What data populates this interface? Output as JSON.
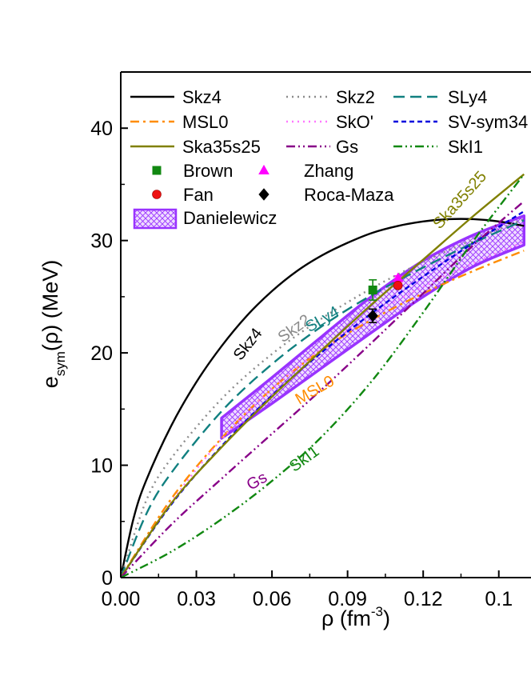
{
  "chart_data": {
    "type": "line",
    "title": "",
    "xlabel": {
      "base": "ρ (fm",
      "sup": "-3",
      "tail": ")"
    },
    "ylabel": {
      "base": "e",
      "sub": "sym",
      "tail": "(ρ) (MeV)"
    },
    "xlim": [
      0,
      0.165
    ],
    "ylim": [
      0,
      45
    ],
    "x_ticks": [
      0,
      0.03,
      0.06,
      0.09,
      0.12,
      0.15
    ],
    "x_tick_labels": [
      "0.00",
      "0.03",
      "0.06",
      "0.09",
      "0.12",
      "0.1"
    ],
    "y_ticks": [
      0,
      10,
      20,
      30,
      40
    ],
    "y_tick_labels": [
      "0",
      "10",
      "20",
      "30",
      "40"
    ],
    "legend_position": "top-left",
    "series": [
      {
        "name": "Skz4",
        "color": "#000000",
        "dash": "solid",
        "x": [
          0,
          0.005,
          0.01,
          0.02,
          0.03,
          0.04,
          0.05,
          0.06,
          0.07,
          0.08,
          0.09,
          0.1,
          0.11,
          0.12,
          0.13,
          0.14,
          0.15,
          0.16
        ],
        "y": [
          0,
          5.2,
          8.6,
          13.5,
          17.4,
          20.6,
          23.3,
          25.5,
          27.3,
          28.7,
          29.8,
          30.7,
          31.3,
          31.7,
          31.9,
          31.9,
          31.7,
          31.3
        ],
        "label": "Skz4",
        "label_at": [
          0.052,
          20.5
        ],
        "label_rot": -52
      },
      {
        "name": "Skz2",
        "color": "#8c8c8c",
        "dash": "dot",
        "x": [
          0,
          0.01,
          0.02,
          0.04,
          0.06,
          0.08,
          0.1,
          0.12,
          0.14,
          0.16
        ],
        "y": [
          0,
          6.8,
          10.6,
          15.9,
          19.9,
          23.1,
          25.8,
          28.1,
          30.1,
          31.9
        ],
        "label": "Skz2",
        "label_at": [
          0.07,
          21.8
        ],
        "label_rot": -36
      },
      {
        "name": "SLy4",
        "color": "#118080",
        "dash": "dash",
        "x": [
          0,
          0.01,
          0.02,
          0.04,
          0.06,
          0.08,
          0.1,
          0.12,
          0.14,
          0.16
        ],
        "y": [
          0,
          5.6,
          9.3,
          14.8,
          19.0,
          22.4,
          25.2,
          27.6,
          29.8,
          31.8
        ],
        "label": "SLy4",
        "label_at": [
          0.081,
          22.6
        ],
        "label_rot": -30
      },
      {
        "name": "MSL0",
        "color": "#ff8c00",
        "dash": "dashdot",
        "x": [
          0,
          0.02,
          0.04,
          0.06,
          0.08,
          0.1,
          0.12,
          0.14,
          0.16
        ],
        "y": [
          0,
          7.0,
          12.4,
          16.8,
          20.3,
          23.0,
          25.3,
          27.3,
          29.1
        ],
        "label": "MSL0",
        "label_at": [
          0.078,
          16.3
        ],
        "label_rot": -30
      },
      {
        "name": "SkO'",
        "color": "#ff77ff",
        "dash": "dot",
        "x": [
          0,
          0.02,
          0.04,
          0.06,
          0.08,
          0.1,
          0.12,
          0.14,
          0.16
        ],
        "y": [
          0,
          6.7,
          12.3,
          16.8,
          20.4,
          23.4,
          25.9,
          28.0,
          29.9
        ],
        "label": "",
        "label_at": null,
        "label_rot": 0
      },
      {
        "name": "SV-sym34",
        "color": "#0000dd",
        "dash": "shortdash",
        "x": [
          0,
          0.02,
          0.04,
          0.06,
          0.08,
          0.1,
          0.12,
          0.14,
          0.16
        ],
        "y": [
          0,
          6.5,
          11.7,
          16.2,
          20.1,
          23.6,
          26.8,
          29.8,
          32.6
        ],
        "label": "",
        "label_at": null,
        "label_rot": 0
      },
      {
        "name": "Ska35s25",
        "color": "#808000",
        "dash": "solid",
        "x": [
          0,
          0.02,
          0.04,
          0.06,
          0.08,
          0.1,
          0.12,
          0.14,
          0.16
        ],
        "y": [
          0,
          6.6,
          11.6,
          16.1,
          20.3,
          24.4,
          28.3,
          32.2,
          35.9
        ],
        "label": "Ska35s25",
        "label_at": [
          0.136,
          33.3
        ],
        "label_rot": -48
      },
      {
        "name": "Gs",
        "color": "#880088",
        "dash": "dashdotdot",
        "x": [
          0,
          0.02,
          0.04,
          0.06,
          0.08,
          0.1,
          0.12,
          0.14,
          0.16
        ],
        "y": [
          0,
          4.7,
          8.8,
          12.8,
          16.8,
          21.0,
          25.3,
          29.6,
          33.5
        ],
        "label": "Gs",
        "label_at": [
          0.055,
          8.2
        ],
        "label_rot": -30
      },
      {
        "name": "SkI1",
        "color": "#118811",
        "dash": "dashdotdot",
        "x": [
          0,
          0.02,
          0.04,
          0.06,
          0.08,
          0.1,
          0.12,
          0.14,
          0.16
        ],
        "y": [
          0,
          2.3,
          5.2,
          8.6,
          12.6,
          17.6,
          23.6,
          30.0,
          35.9
        ],
        "label": "SkI1",
        "label_at": [
          0.074,
          10.2
        ],
        "label_rot": -36
      }
    ],
    "band": {
      "name": "Danielewicz",
      "color": "#9933ff",
      "fill": "#ead6ff",
      "x": [
        0.04,
        0.06,
        0.08,
        0.1,
        0.12,
        0.14,
        0.16
      ],
      "upper": [
        14.2,
        17.8,
        21.5,
        25.1,
        28.2,
        30.5,
        32.2
      ],
      "lower": [
        12.4,
        15.5,
        18.7,
        21.9,
        25.0,
        27.7,
        29.6
      ]
    },
    "points": [
      {
        "name": "Brown",
        "shape": "square",
        "color": "#118811",
        "x": 0.1,
        "y": 25.6,
        "err": 0.9
      },
      {
        "name": "Zhang",
        "shape": "triangle",
        "color": "#ff00ff",
        "x": 0.11,
        "y": 26.65,
        "err": 0.2
      },
      {
        "name": "Fan",
        "shape": "circle",
        "color": "#ee1111",
        "x": 0.11,
        "y": 26.0,
        "err": 0
      },
      {
        "name": "Roca-Maza",
        "shape": "diamond",
        "color": "#000000",
        "x": 0.1,
        "y": 23.3,
        "err": 0.6
      }
    ],
    "legend": [
      {
        "name": "Skz4",
        "kind": "line",
        "series": 0
      },
      {
        "name": "Skz2",
        "kind": "line",
        "series": 1
      },
      {
        "name": "SLy4",
        "kind": "line",
        "series": 2
      },
      {
        "name": "MSL0",
        "kind": "line",
        "series": 3
      },
      {
        "name": "SkO'",
        "kind": "line",
        "series": 4
      },
      {
        "name": "SV-sym34",
        "kind": "line",
        "series": 5
      },
      {
        "name": "Ska35s25",
        "kind": "line",
        "series": 6
      },
      {
        "name": "Gs",
        "kind": "line",
        "series": 7
      },
      {
        "name": "SkI1",
        "kind": "line",
        "series": 8
      },
      {
        "name": "Brown",
        "kind": "point",
        "point": 0
      },
      {
        "name": "Zhang",
        "kind": "point",
        "point": 1
      },
      {
        "name": "Fan",
        "kind": "point",
        "point": 2
      },
      {
        "name": "Roca-Maza",
        "kind": "point",
        "point": 3
      },
      {
        "name": "Danielewicz",
        "kind": "band"
      }
    ]
  }
}
